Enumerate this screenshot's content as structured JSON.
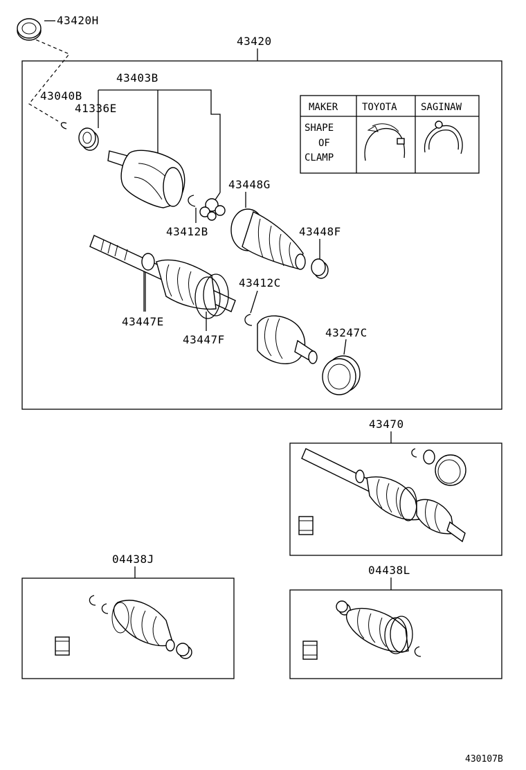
{
  "labels": {
    "p43420H": "43420H",
    "p43420": "43420",
    "p43403B": "43403B",
    "p43040B": "43040B",
    "p41336E": "41336E",
    "p43448G": "43448G",
    "p43412B": "43412B",
    "p43448F": "43448F",
    "p43412C": "43412C",
    "p43447E": "43447E",
    "p43447F": "43447F",
    "p43247C": "43247C",
    "p43470": "43470",
    "p04438J": "04438J",
    "p04438L": "04438L",
    "ref": "430107B"
  },
  "clamp_table": {
    "header_maker": "MAKER",
    "header_toyota": "TOYOTA",
    "header_saginaw": "SAGINAW",
    "row_label_line1": "SHAPE",
    "row_label_line2": "OF",
    "row_label_line3": "CLAMP"
  }
}
